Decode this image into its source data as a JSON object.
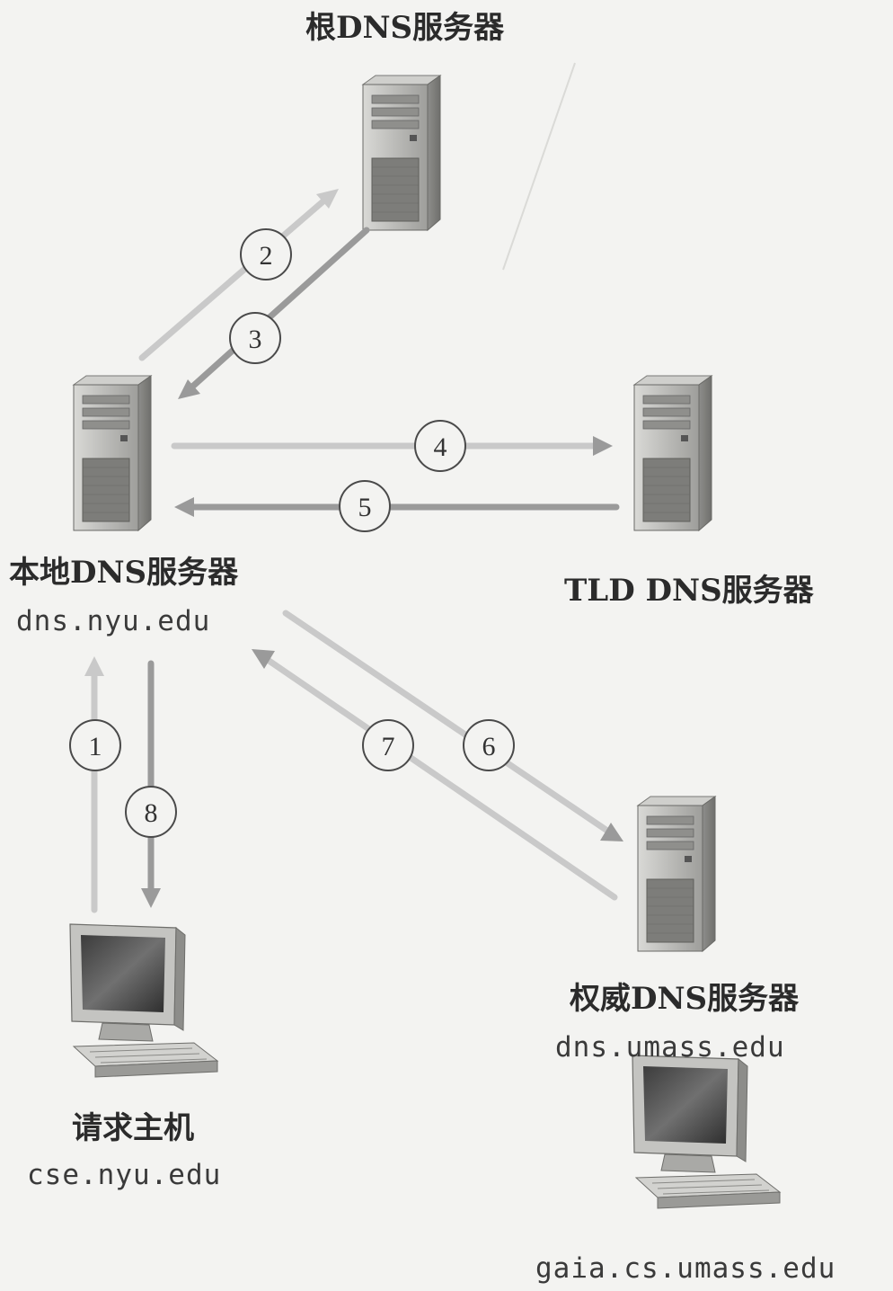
{
  "nodes": {
    "root_server": {
      "label": "根DNS服务器"
    },
    "local_server": {
      "label": "本地DNS服务器",
      "host": "dns.nyu.edu"
    },
    "tld_server": {
      "label": "TLD DNS服务器"
    },
    "auth_server": {
      "label": "权威DNS服务器",
      "host": "dns.umass.edu"
    },
    "requesting_host": {
      "label": "请求主机",
      "host": "cse.nyu.edu"
    },
    "target_host": {
      "host": "gaia.cs.umass.edu"
    }
  },
  "steps": [
    "1",
    "2",
    "3",
    "4",
    "5",
    "6",
    "7",
    "8"
  ],
  "colors": {
    "background": "#f3f3f1",
    "arrow_light": "#c9c9c9",
    "arrow_dark": "#9a9a9a",
    "circle_stroke": "#4a4a4a"
  }
}
